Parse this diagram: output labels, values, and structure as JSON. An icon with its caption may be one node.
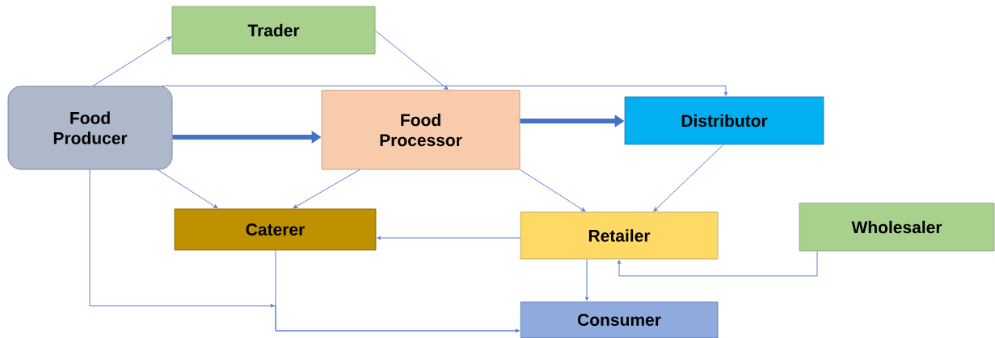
{
  "diagram": {
    "nodes": [
      {
        "text": [
          "Trader"
        ]
      },
      {
        "text": [
          "Food Producer"
        ]
      },
      {
        "text": [
          "Food Processor"
        ]
      },
      {
        "text": [
          "Distributor"
        ]
      },
      {
        "text": [
          "Caterer"
        ]
      },
      {
        "text": [
          "Retailer"
        ]
      },
      {
        "text": [
          "Wholesaler"
        ]
      },
      {
        "text": [
          "Consumer"
        ]
      }
    ],
    "edges": [
      {
        "from": 1,
        "to": 0,
        "arrow": "to"
      },
      {
        "from": 0,
        "to": 2,
        "arrow": "to"
      },
      {
        "from": 1,
        "to": 3,
        "arrow": "to"
      },
      {
        "from": 1,
        "to": 2,
        "arrow": "to",
        "style": "thick"
      },
      {
        "from": 2,
        "to": 3,
        "arrow": "to",
        "style": "thick"
      },
      {
        "from": 1,
        "to": 4,
        "arrow": "to"
      },
      {
        "from": 2,
        "to": 4,
        "arrow": "to"
      },
      {
        "from": 2,
        "to": 5,
        "arrow": "to"
      },
      {
        "from": 3,
        "to": 5,
        "arrow": "to"
      },
      {
        "from": 5,
        "to": 4,
        "arrow": "to"
      },
      {
        "from": 6,
        "to": 5,
        "arrow": "to"
      },
      {
        "from": 5,
        "to": 7,
        "arrow": "to"
      },
      {
        "from": 4,
        "to": 7,
        "arrow": "to"
      },
      {
        "from": 1,
        "to": 7,
        "arrow": "to"
      }
    ]
  }
}
